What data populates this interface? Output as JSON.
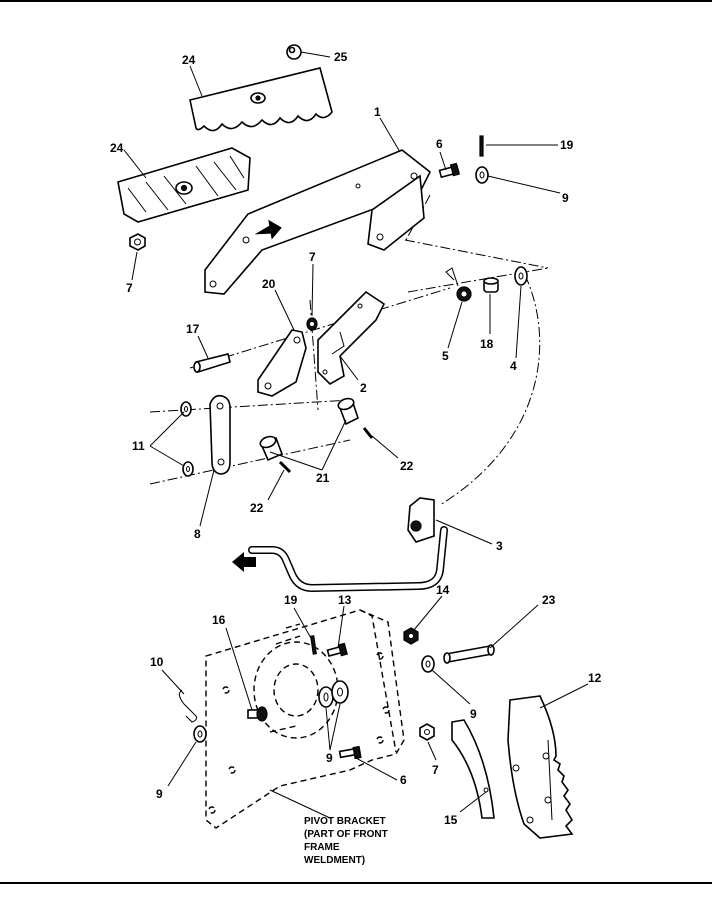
{
  "callouts": {
    "c1": "1",
    "c2": "2",
    "c3": "3",
    "c4": "4",
    "c5": "5",
    "c6a": "6",
    "c6b": "6",
    "c7a": "7",
    "c7b": "7",
    "c7c": "7",
    "c8": "8",
    "c9a": "9",
    "c9b": "9",
    "c9c": "9",
    "c9d": "9",
    "c10": "10",
    "c11": "11",
    "c12": "12",
    "c13": "13",
    "c14": "14",
    "c15": "15",
    "c16": "16",
    "c17": "17",
    "c18": "18",
    "c19a": "19",
    "c19b": "19",
    "c20": "20",
    "c21": "21",
    "c22a": "22",
    "c22b": "22",
    "c23": "23",
    "c24a": "24",
    "c24b": "24",
    "c25": "25"
  },
  "note": {
    "line1": "PIVOT BRACKET",
    "line2": "(PART OF FRONT",
    "line3": "FRAME",
    "line4": "WELDMENT)"
  }
}
